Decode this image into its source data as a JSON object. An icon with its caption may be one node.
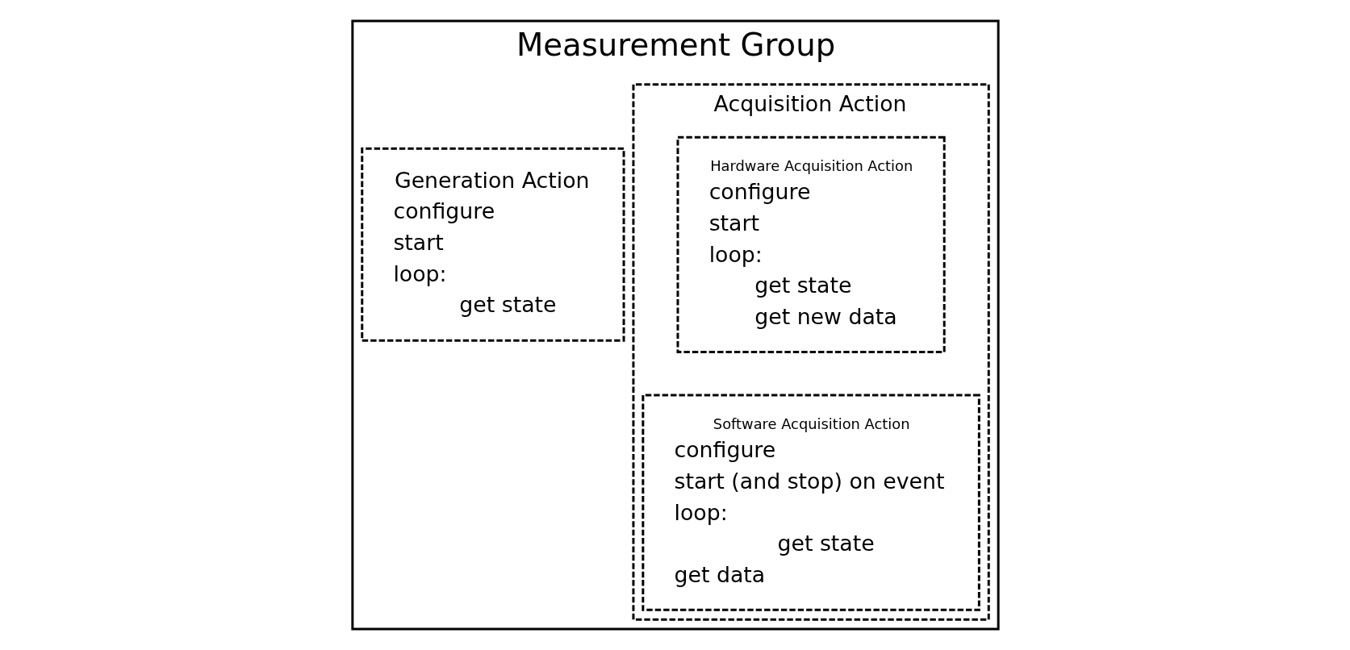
{
  "diagram": {
    "nodes": [
      {
        "text": [
          "Measurement Group"
        ]
      },
      {
        "text": [
          "Generation Action",
          "configure",
          "start",
          "loop:",
          "get state"
        ],
        "in": 0
      },
      {
        "text": [
          "Acquisition Action"
        ],
        "in": 0
      },
      {
        "text": [
          "Hardware Acquisition Action",
          "configure",
          "start",
          "loop:",
          "get state",
          "get new data"
        ],
        "in": 2
      },
      {
        "text": [
          "Software Acquisition Action",
          "configure",
          "start (and stop) on event",
          "loop:",
          "get state",
          "get data"
        ],
        "in": 2
      }
    ],
    "edges": []
  }
}
